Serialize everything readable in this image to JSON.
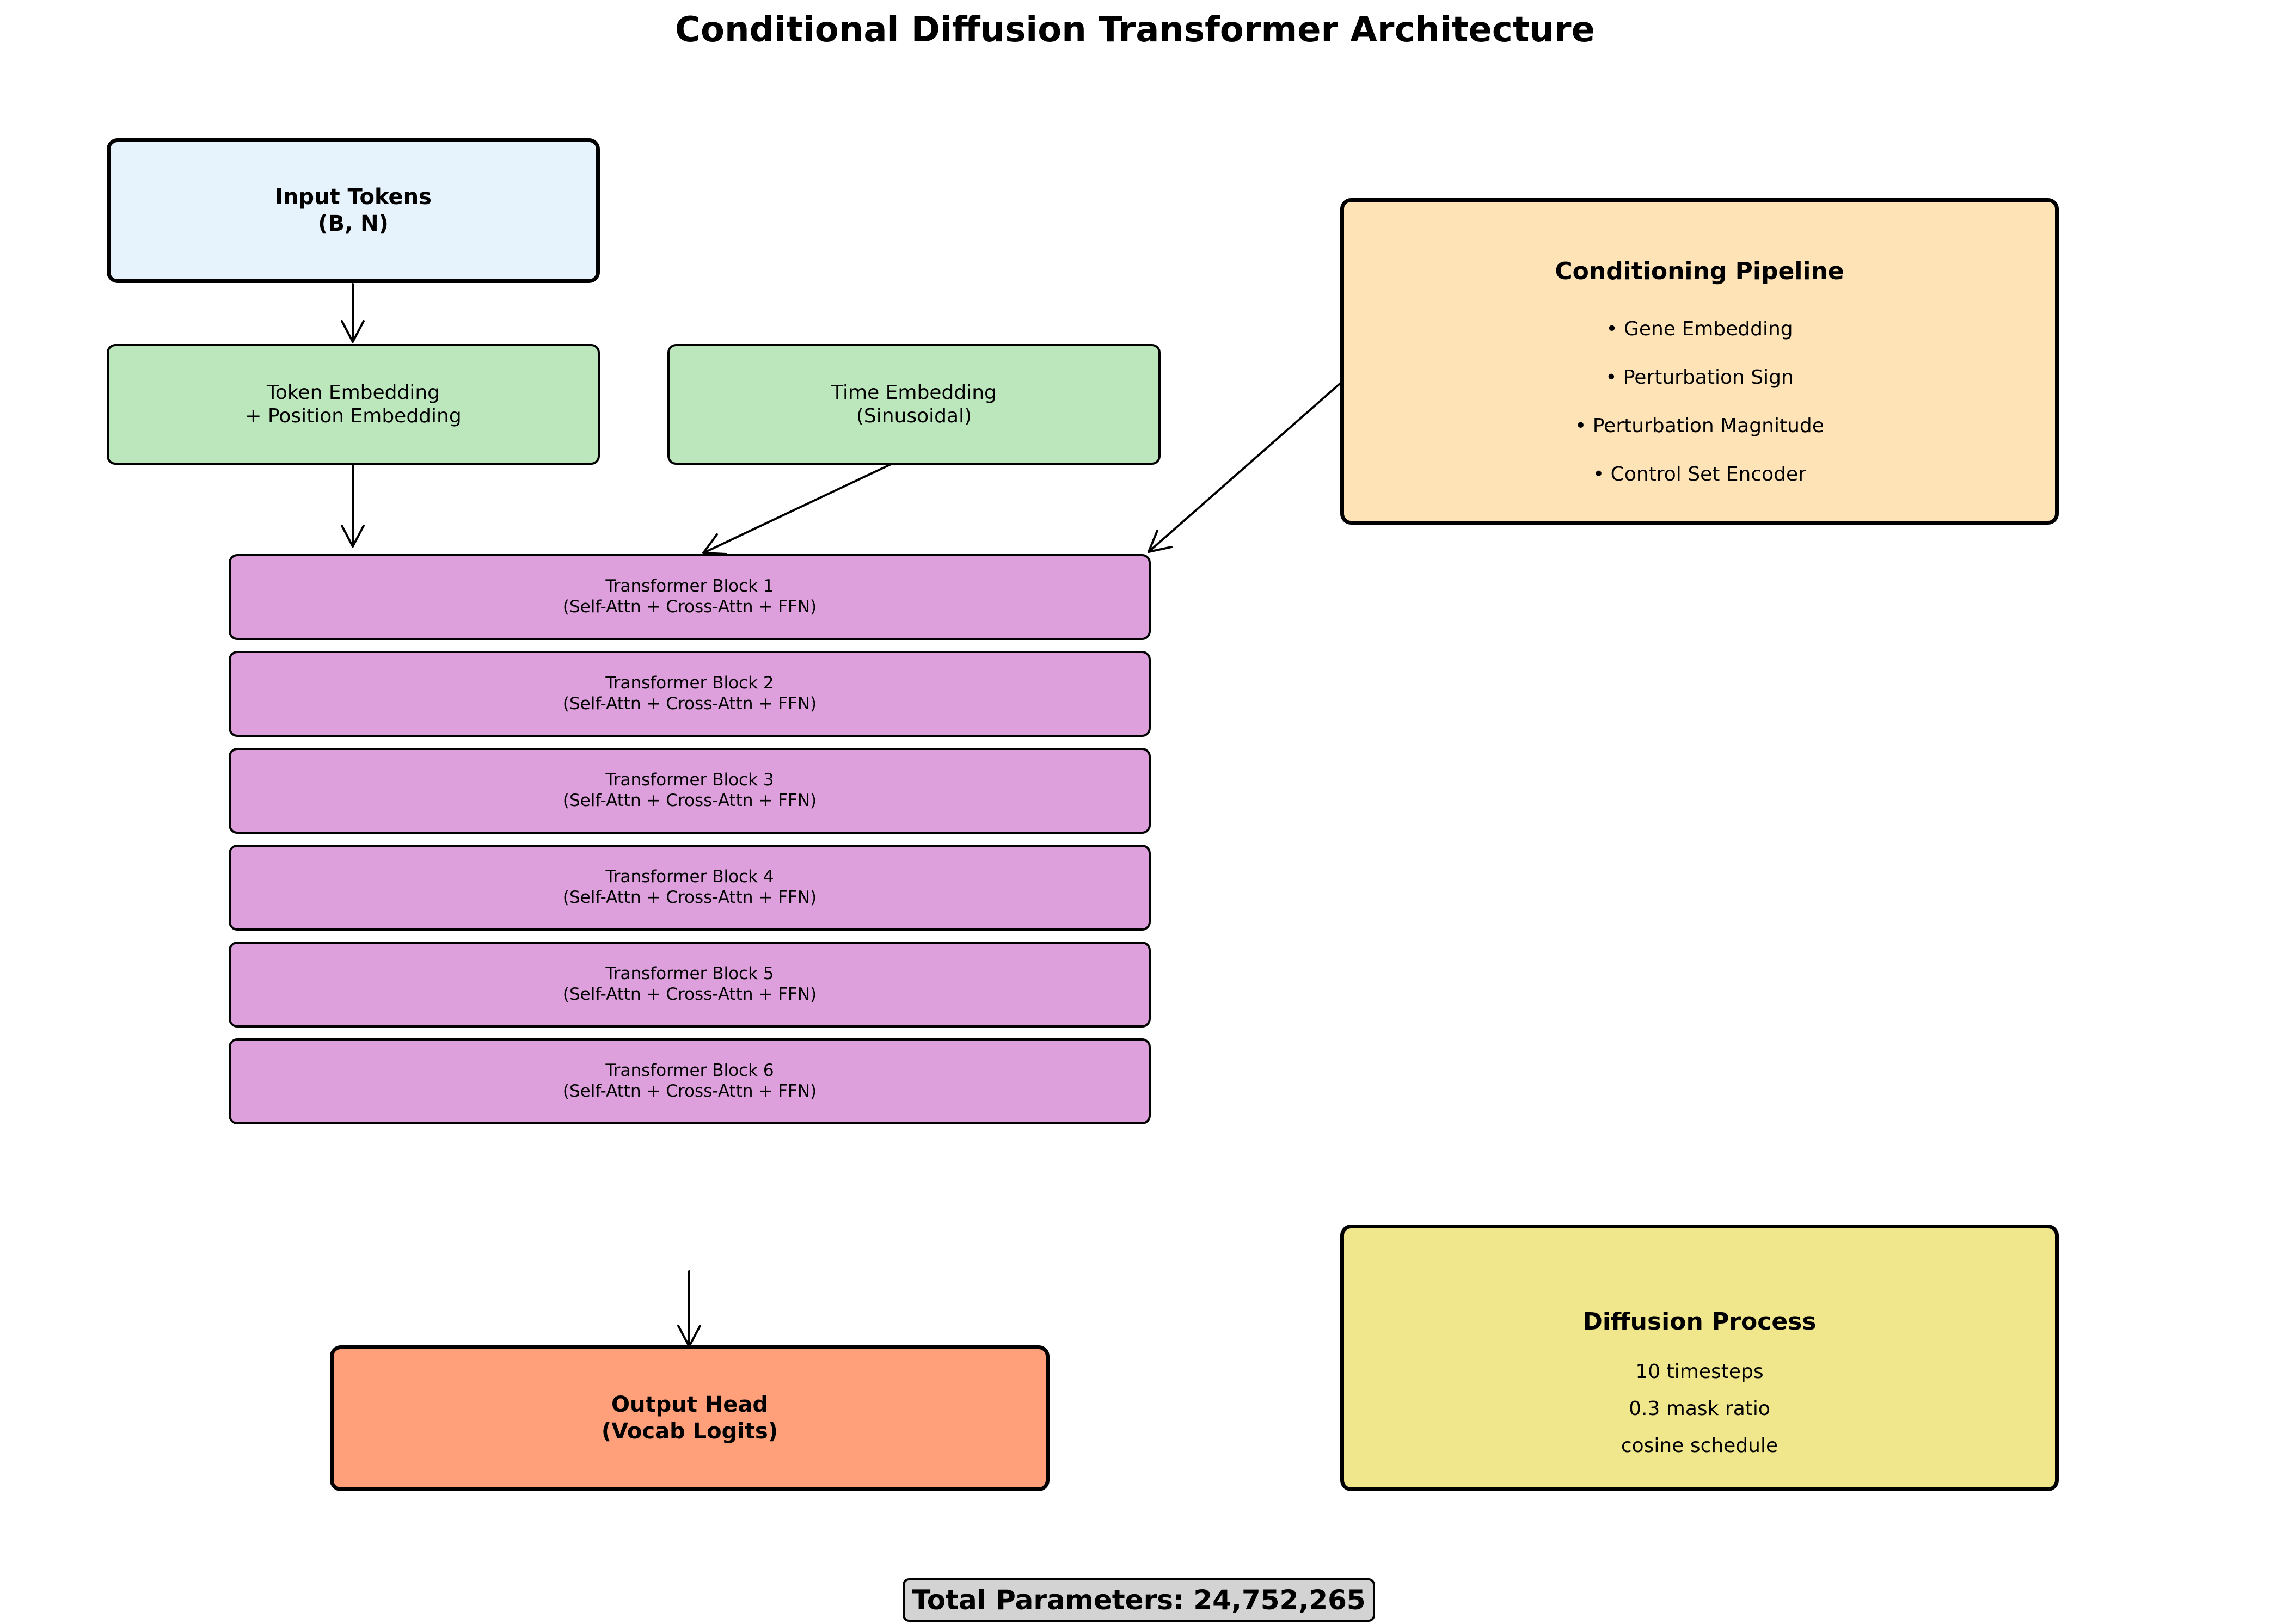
{
  "title": "Conditional Diffusion Transformer Architecture",
  "input_tokens": {
    "line1": "Input Tokens",
    "line2": "(B, N)"
  },
  "token_embedding": {
    "line1": "Token Embedding",
    "line2": "+ Position Embedding"
  },
  "time_embedding": {
    "line1": "Time Embedding",
    "line2": "(Sinusoidal)"
  },
  "conditioning": {
    "title": "Conditioning Pipeline",
    "items": [
      "• Gene Embedding",
      "• Perturbation Sign",
      "• Perturbation Magnitude",
      "• Control Set Encoder"
    ]
  },
  "blocks": [
    {
      "label": "Transformer Block 1",
      "detail": "(Self-Attn + Cross-Attn + FFN)"
    },
    {
      "label": "Transformer Block 2",
      "detail": "(Self-Attn + Cross-Attn + FFN)"
    },
    {
      "label": "Transformer Block 3",
      "detail": "(Self-Attn + Cross-Attn + FFN)"
    },
    {
      "label": "Transformer Block 4",
      "detail": "(Self-Attn + Cross-Attn + FFN)"
    },
    {
      "label": "Transformer Block 5",
      "detail": "(Self-Attn + Cross-Attn + FFN)"
    },
    {
      "label": "Transformer Block 6",
      "detail": "(Self-Attn + Cross-Attn + FFN)"
    }
  ],
  "output_head": {
    "line1": "Output Head",
    "line2": "(Vocab Logits)"
  },
  "diffusion": {
    "title": "Diffusion Process",
    "items": [
      "10 timesteps",
      "0.3 mask ratio",
      "cosine schedule"
    ]
  },
  "total_params": "Total Parameters: 24,752,265",
  "colors": {
    "input": "#e6f3fc",
    "embedding": "#bce6bc",
    "conditioning": "#fde3b6",
    "transformer": "#dda0dd",
    "output": "#ffa07a",
    "diffusion": "#f0e68c",
    "params_badge": "#d3d3d3"
  }
}
